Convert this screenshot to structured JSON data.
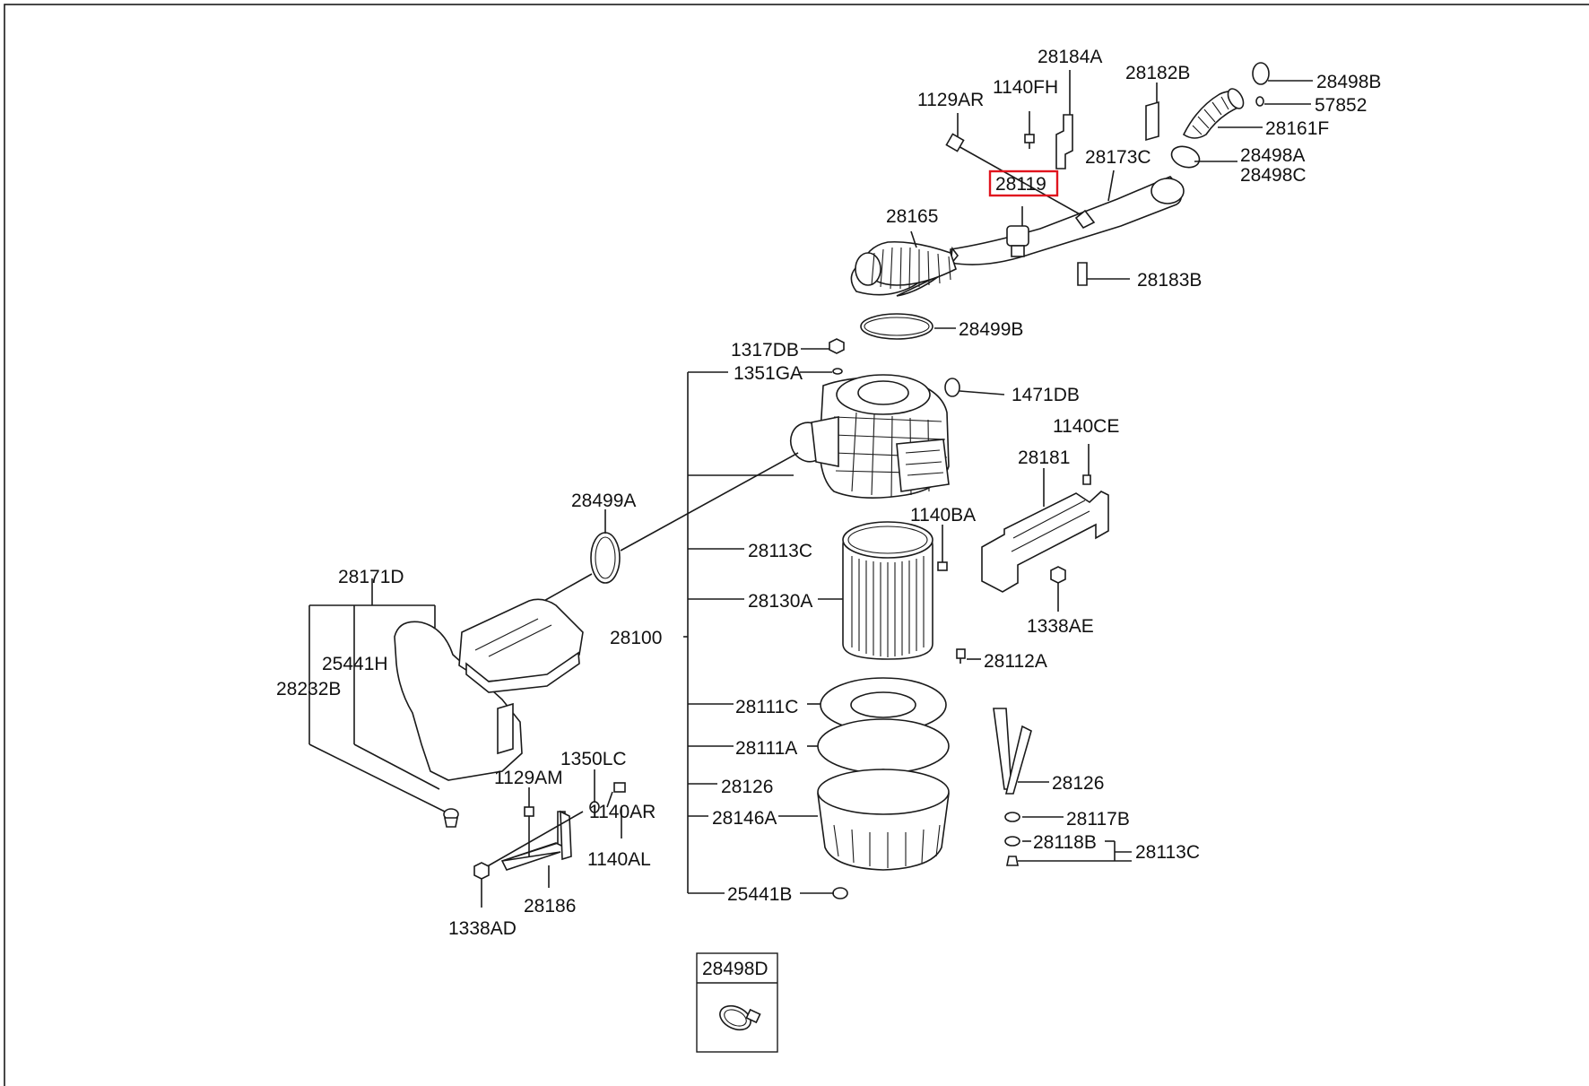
{
  "diagram": {
    "highlight_color": "#e0141e",
    "labels": {
      "p28184A": "28184A",
      "p1140FH": "1140FH",
      "p1129AR_top": "1129AR",
      "p28182B": "28182B",
      "p28498B": "28498B",
      "p57852": "57852",
      "p28161F": "28161F",
      "p28173C": "28173C",
      "p28498A": "28498A",
      "p28498C": "28498C",
      "p28119": "28119",
      "p28165": "28165",
      "p28183B": "28183B",
      "p28499B": "28499B",
      "p1317DB": "1317DB",
      "p1351GA": "1351GA",
      "p1471DB": "1471DB",
      "p1140CE": "1140CE",
      "p28181": "28181",
      "p28499A": "28499A",
      "p1140BA": "1140BA",
      "p28113C_left": "28113C",
      "p28171D": "28171D",
      "p28130A": "28130A",
      "p1338AE": "1338AE",
      "p28100": "28100",
      "p25441H": "25441H",
      "p28112A": "28112A",
      "p28232B": "28232B",
      "p28111C": "28111C",
      "p28111A": "28111A",
      "p1350LC": "1350LC",
      "p28126_left": "28126",
      "p28126_right": "28126",
      "p1129AM": "1129AM",
      "p1140AR_low": "1140AR",
      "p28146A": "28146A",
      "p28117B": "28117B",
      "p28118B": "28118B",
      "p28113C_right": "28113C",
      "p1140AL": "1140AL",
      "p25441B": "25441B",
      "p28186": "28186",
      "p1338AD": "1338AD",
      "p28498D": "28498D"
    }
  }
}
